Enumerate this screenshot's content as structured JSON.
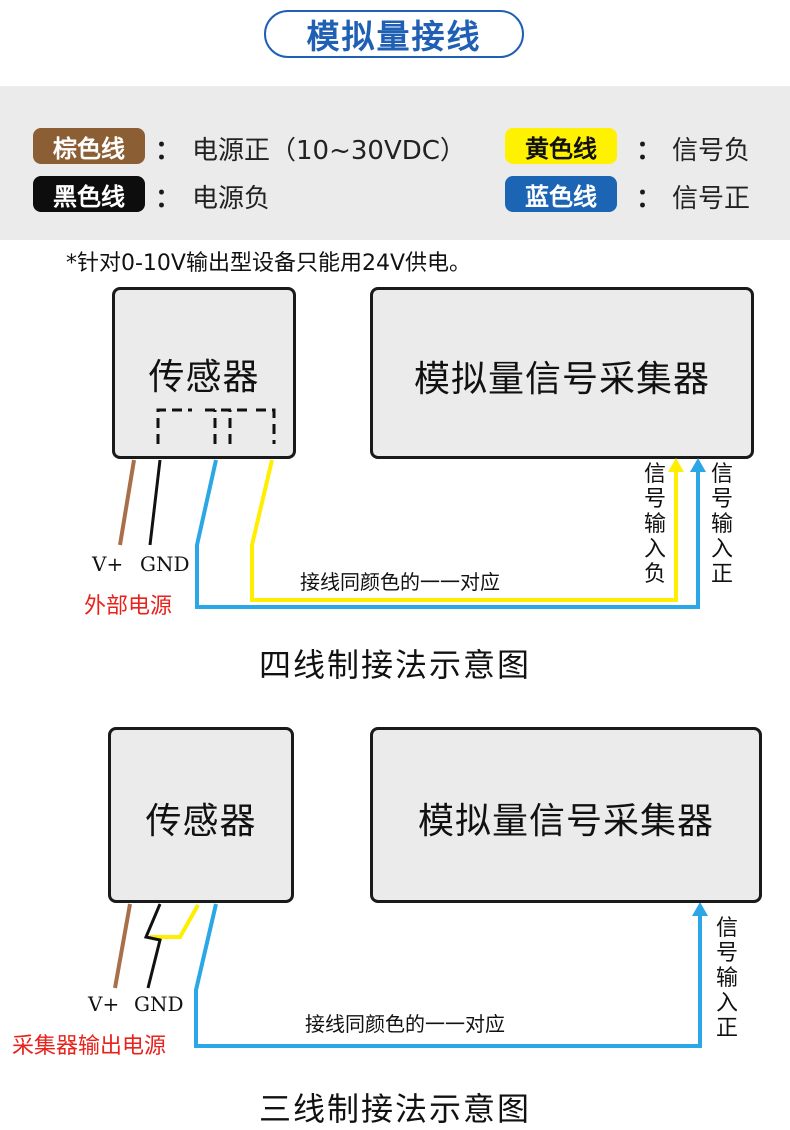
{
  "header": {
    "title": "模拟量接线"
  },
  "legend": {
    "items": [
      {
        "badge": "棕色线",
        "colon": "：",
        "desc": "电源正（10~30VDC）",
        "color": "#8b5e34",
        "text_color": "#ffffff"
      },
      {
        "badge": "黑色线",
        "colon": "：",
        "desc": "电源负",
        "color": "#0d0d0d",
        "text_color": "#ffffff"
      },
      {
        "badge": "黄色线",
        "colon": "：",
        "desc": "信号负",
        "color": "#fff200",
        "text_color": "#111111"
      },
      {
        "badge": "蓝色线",
        "colon": "：",
        "desc": "信号正",
        "color": "#1c64b4",
        "text_color": "#ffffff"
      }
    ]
  },
  "note": "*针对0-10V输出型设备只能用24V供电。",
  "wire_colors": {
    "brown": "#a8704a",
    "black": "#111111",
    "yellow": "#ffee00",
    "blue": "#2ba6e6"
  },
  "diagram_four": {
    "sensor": "传感器",
    "collector": "模拟量信号采集器",
    "label_signal_neg": "信号输入负",
    "label_signal_pos": "信号输入正",
    "label_vplus": "V+",
    "label_gnd": "GND",
    "power_label": "外部电源",
    "corresp": "接线同颜色的一一对应",
    "title": "四线制接法示意图"
  },
  "diagram_three": {
    "sensor": "传感器",
    "collector": "模拟量信号采集器",
    "label_signal_pos": "信号输入正",
    "label_vplus": "V+",
    "label_gnd": "GND",
    "power_label": "采集器输出电源",
    "corresp": "接线同颜色的一一对应",
    "title": "三线制接法示意图"
  }
}
